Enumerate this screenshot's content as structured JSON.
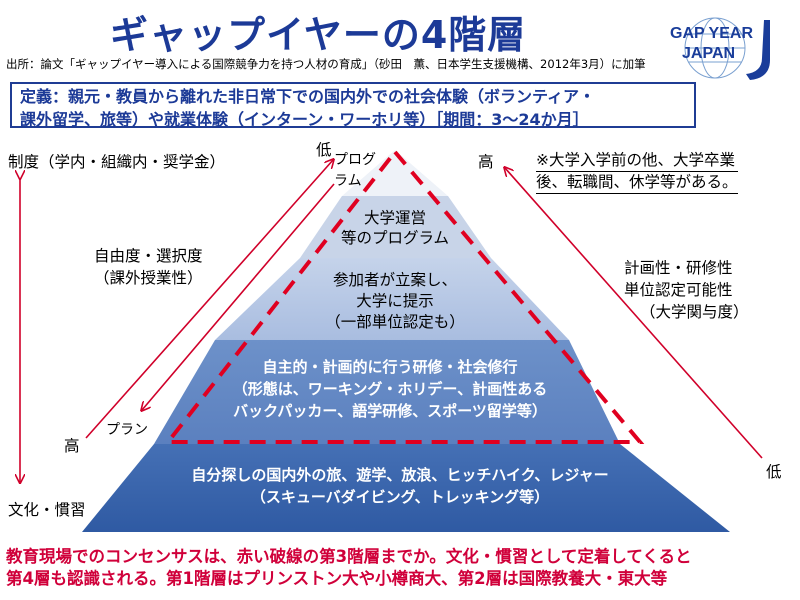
{
  "title": "ギャップイヤーの4階層",
  "logo": {
    "line1": "GAP YEAR",
    "line2": "JAPAN",
    "accent": "#1a3d9a"
  },
  "source": "出所：論文「ギャップイヤー導入による国際競争力を持つ人材の育成」（砂田　薫、日本学生支援機構、2012年3月）に加筆",
  "definition": {
    "line1": "定義：親元・教員から離れた非日常下での国内外での社会体験（ボランティア・",
    "line2": "課外留学、旅等）や就業体験（インターン・ワーホリ等）［期間：3～24か月］"
  },
  "left_axis": {
    "top": "制度（学内・組織内・奨学金）",
    "bottom": "文化・慣習"
  },
  "inner_left": {
    "label_line1": "自由度・選択度",
    "label_line2": "（課外授業性）",
    "low": "低",
    "high": "高",
    "program": "プログラム",
    "plan": "プラン"
  },
  "right_axis": {
    "high": "高",
    "low": "低",
    "label_line1": "計画性・研修性",
    "label_line2": "単位認定可能性",
    "label_line3": "（大学関与度）"
  },
  "note": {
    "line1": "※大学入学前の他、大学卒業",
    "line2": "後、転職間、休学等がある。"
  },
  "tiers": {
    "tier4": {
      "line1": "大学運営",
      "line2": "等のプログラム"
    },
    "tier3": {
      "line1": "参加者が立案し、",
      "line2": "大学に提示",
      "line3": "（一部単位認定も）"
    },
    "tier2": {
      "line1": "自主的・計画的に行う研修・社会修行",
      "line2": "（形態は、ワーキング・ホリデー、計画性ある",
      "line3": "バックパッカー、語学研修、スポーツ留学等）"
    },
    "tier1": {
      "line1": "自分探しの国内外の旅、遊学、放浪、ヒッチハイク、レジャー",
      "line2": "（スキューバダイビング、トレッキング等）"
    }
  },
  "footer": {
    "line1": "教育現場でのコンセンサスは、赤い破線の第3階層までか。文化・慣習として定着してくると",
    "line2": "第4層も認識される。第1階層はプリンストン大や小樽商大、第2層は国際教養大・東大等"
  },
  "colors": {
    "title": "#1c3a97",
    "arrow": "#d0002a",
    "dashed": "#e00020",
    "pyramid_base": "#3a66ad",
    "footer": "#d0003a"
  }
}
